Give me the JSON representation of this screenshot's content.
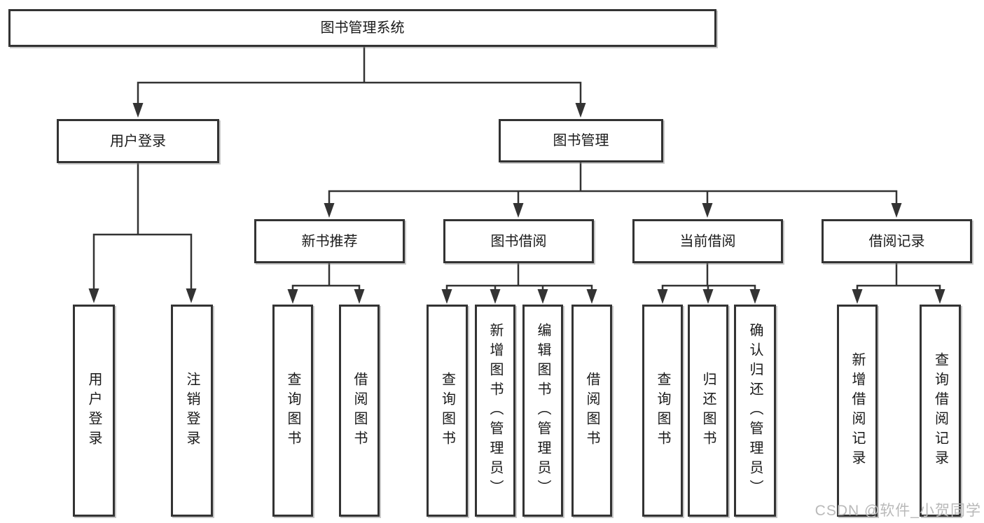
{
  "tree": {
    "root": "图书管理系统",
    "children": [
      {
        "label": "用户登录",
        "children": [
          "用户登录",
          "注销登录"
        ]
      },
      {
        "label": "图书管理",
        "children": [
          {
            "label": "新书推荐",
            "children": [
              "查询图书",
              "借阅图书"
            ]
          },
          {
            "label": "图书借阅",
            "children": [
              "查询图书",
              "新增图书（管理员）",
              "编辑图书（管理员）",
              "借阅图书"
            ]
          },
          {
            "label": "当前借阅",
            "children": [
              "查询图书",
              "归还图书",
              "确认归还（管理员）"
            ]
          },
          {
            "label": "借阅记录",
            "children": [
              "新增借阅记录",
              "查询借阅记录"
            ]
          }
        ]
      }
    ]
  },
  "watermark": {
    "text": "CSDN @软件_小贺同学",
    "color": "#b9b9b9"
  },
  "colors": {
    "line": "#333333",
    "box_border": "#333333",
    "text": "#1a1a1a",
    "background": "#ffffff"
  }
}
